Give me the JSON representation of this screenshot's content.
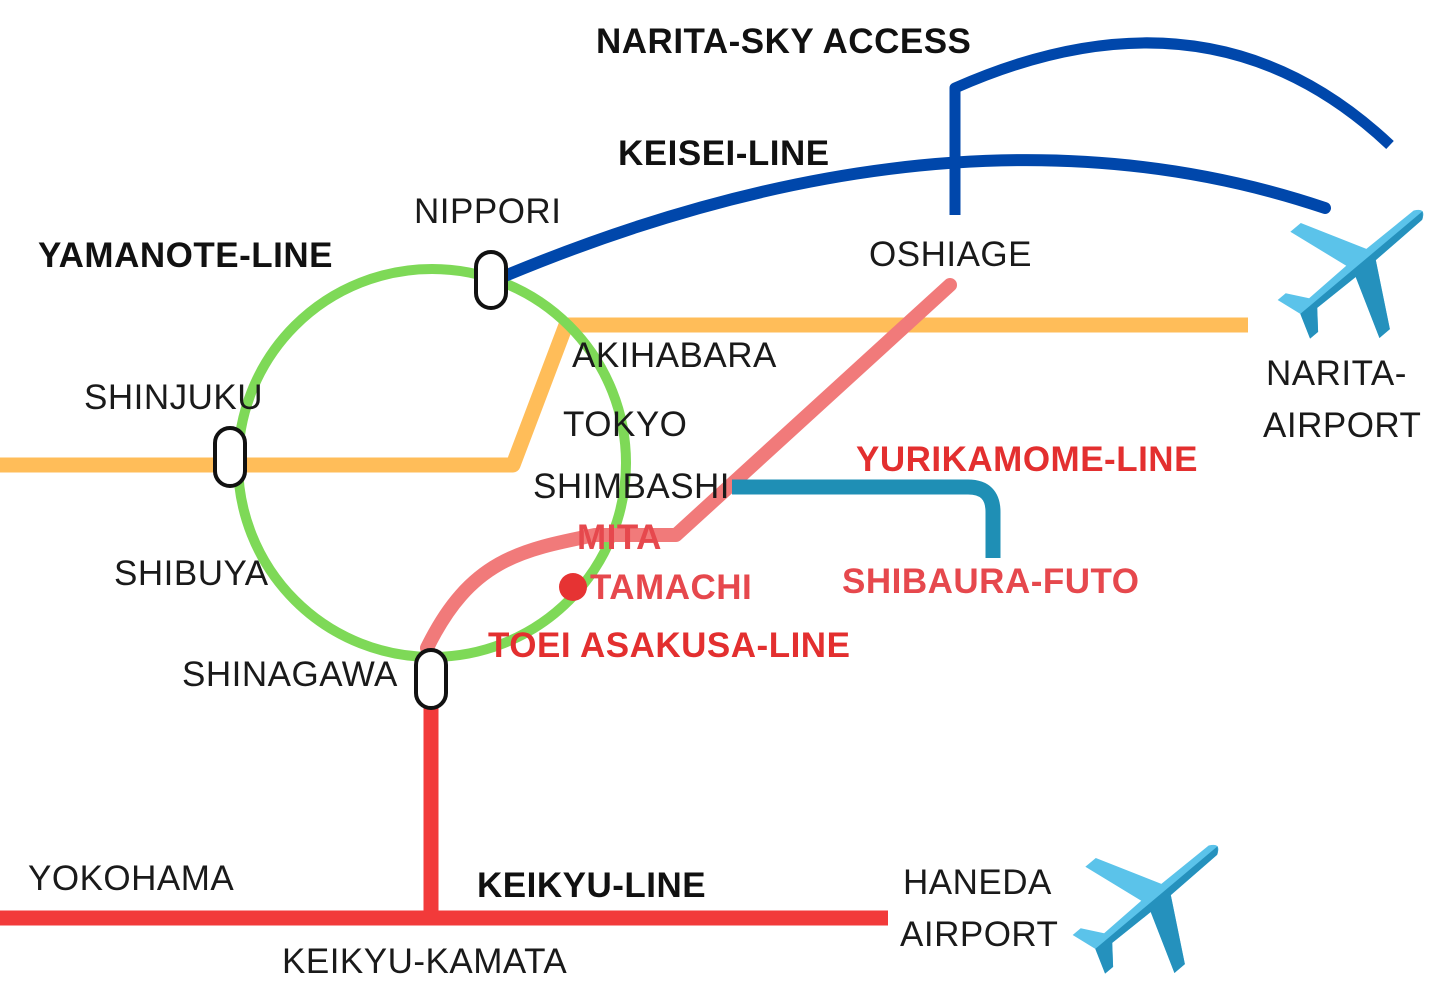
{
  "colors": {
    "yamanote": "#7ed957",
    "keisei": "#0047ab",
    "chuo": "#ffbd59",
    "asakusa": "#f17a7a",
    "yurikamome": "#1f8fb5",
    "keikyu": "#f23a3a",
    "station_marker": "#e63333",
    "plane_light": "#5bc3ea",
    "plane_dark": "#2591bd"
  },
  "lines": {
    "narita_sky_access": "NARITA-SKY ACCESS",
    "keisei": "KEISEI-LINE",
    "yamanote": "YAMANOTE-LINE",
    "yurikamome": "YURIKAMOME-LINE",
    "toei_asakusa": "TOEI ASAKUSA-LINE",
    "keikyu": "KEIKYU-LINE"
  },
  "stations": {
    "nippori": "NIPPORI",
    "oshiage": "OSHIAGE",
    "shinjuku": "SHINJUKU",
    "akihabara": "AKIHABARA",
    "tokyo": "TOKYO",
    "shimbashi": "SHIMBASHI",
    "mita": "MITA",
    "tamachi": "TAMACHI",
    "shibaura_futo": "SHIBAURA-FUTO",
    "shibuya": "SHIBUYA",
    "shinagawa": "SHINAGAWA",
    "yokohama": "YOKOHAMA",
    "keikyu_kamata": "KEIKYU-KAMATA"
  },
  "airports": {
    "narita_line1": "NARITA-",
    "narita_line2": "AIRPORT",
    "haneda_line1": "HANEDA",
    "haneda_line2": "AIRPORT"
  },
  "icons": {
    "narita": "airplane-icon",
    "haneda": "airplane-icon"
  }
}
